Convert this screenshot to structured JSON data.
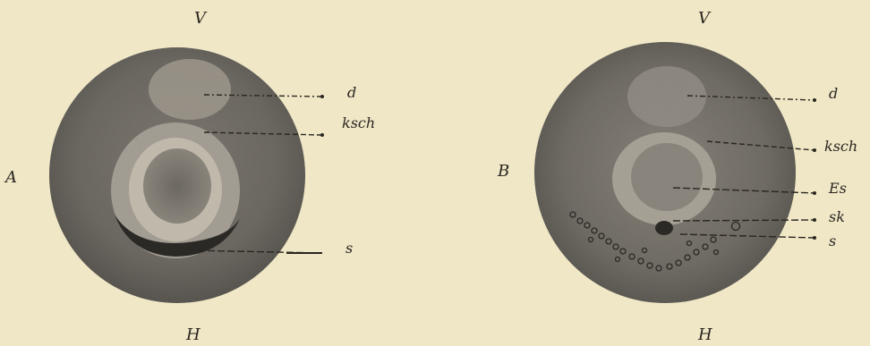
{
  "figure_a": {
    "panel_letter": "A",
    "top_label": "V",
    "bottom_label": "H",
    "callouts": [
      "d",
      "ksch",
      "s"
    ]
  },
  "figure_b": {
    "panel_letter": "B",
    "top_label": "V",
    "bottom_label": "H",
    "callouts": [
      "d",
      "ksch",
      "Es",
      "sk",
      "s"
    ]
  },
  "colors": {
    "paper": "#efe7c6",
    "disc_dark": "#5f5b55",
    "disc_mid": "#8a857c",
    "ink": "#2a2620"
  }
}
